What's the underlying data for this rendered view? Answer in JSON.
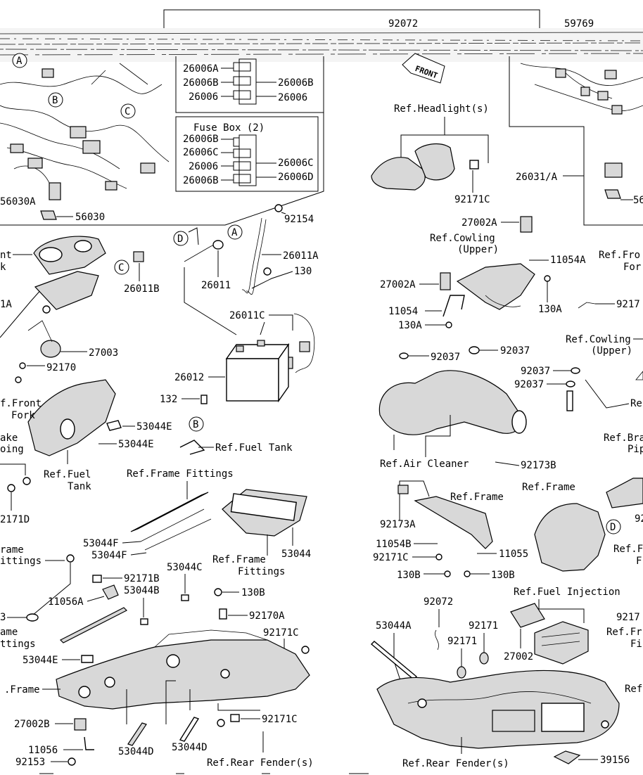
{
  "labels": {
    "p92072": "92072",
    "p59769": "59769",
    "p26006A": "26006A",
    "p26006B_l": "26006B",
    "p26006_l": "26006",
    "p26006B_r": "26006B",
    "p26006_r": "26006",
    "fuse_box2_title": "Fuse Box (2)",
    "f2_26006B": "26006B",
    "f2_26006C": "26006C",
    "f2_26006": "26006",
    "f2_26006B_b": "26006B",
    "f2_26006C_r": "26006C",
    "f2_26006D_r": "26006D",
    "p56030A": "56030A",
    "p56030": "56030",
    "ref_headlight": "Ref.Headlight(s)",
    "p92171C_top": "92171C",
    "p26031A": "26031/A",
    "p56_cut": "56",
    "circ_A": "A",
    "circ_B_top": "B",
    "circ_C_top": "C",
    "circ_D": "D",
    "circ_C_mid": "C",
    "circ_A_mid": "A",
    "circ_B_mid": "B",
    "circ_D_right": "D",
    "p92154": "92154",
    "p26011A": "26011A",
    "p130": "130",
    "p26011": "26011",
    "p26011B": "26011B",
    "p26011C": "26011C",
    "p26012": "26012",
    "p132": "132",
    "ref_fuel_tank_r": "Ref.Fuel Tank",
    "p27002A_top": "27002A",
    "ref_cowling_upper_1": "Ref.Cowling",
    "ref_cowling_upper_1b": "(Upper)",
    "p27002A_l": "27002A",
    "p11054A": "11054A",
    "p11054": "11054",
    "p130A_l": "130A",
    "p130A_r": "130A",
    "ref_front_fork_r1": "Ref.Fro",
    "ref_front_fork_r2": "For",
    "p9217_cut": "9217",
    "ref_cowling_upper_2": "Ref.Cowling",
    "ref_cowling_upper_2b": "(Upper)",
    "p92037_a": "92037",
    "p92037_b": "92037",
    "p92037_c": "92037",
    "p92037_d": "92037",
    "re_cut": "Re",
    "ref_air_cleaner": "Ref.Air Cleaner",
    "p92173B": "92173B",
    "ref_bra_1": "Ref.Bra",
    "ref_bra_2": "Pip",
    "ref_frame_r": "Ref.Frame",
    "ref_frame_r2": "Ref.Frame",
    "p92173A": "92173A",
    "p11054B": "11054B",
    "p92171C_r": "92171C",
    "p11055": "11055",
    "p130B_l": "130B",
    "p130B_r": "130B",
    "p92_cut": "92",
    "ref_f_cut1": "Ref.F",
    "ref_f_cut2": "F",
    "nt_cut": "nt",
    "k_cut": "k",
    "p1A_cut": "1A",
    "p27003": "27003",
    "p92170": "92170",
    "ref_front_fork_l1": "f.Front",
    "ref_front_fork_l2": "Fork",
    "p53044E_a": "53044E",
    "p53044E_b": "53044E",
    "ake_cut": "ake",
    "oing_cut": "oing",
    "ref_fuel_l1": "Ref.Fuel",
    "ref_fuel_l2": "Tank",
    "p2171D_cut": "2171D",
    "ref_frame_fittings_top": "Ref.Frame Fittings",
    "p53044F_a": "53044F",
    "p53044F_b": "53044F",
    "ref_frame_fittings_mid1": "Ref.Frame",
    "ref_frame_fittings_mid2": "Fittings",
    "p53044": "53044",
    "rame_cut": "rame",
    "fittings_cut": "ittings",
    "p92171B": "92171B",
    "p53044C": "53044C",
    "p11056A": "11056A",
    "p53044B": "53044B",
    "p130B_mid": "130B",
    "p92170A": "92170A",
    "p3_cut": "3",
    "ame_cut": "ame",
    "ttings_cut": "ttings",
    "p53044E_c": "53044E",
    "p92171C_mid": "92171C",
    "frame_cut": ".Frame",
    "p27002B": "27002B",
    "p92171C_low": "92171C",
    "p11056": "11056",
    "p53044D_a": "53044D",
    "p53044D_b": "53044D",
    "p92153": "92153",
    "ref_rear_fender_l": "Ref.Rear Fender(s)",
    "p92072_low": "92072",
    "p53044A": "53044A",
    "p92171_a": "92171",
    "p92171_b": "92171",
    "ref_fuel_injection": "Ref.Fuel Injection",
    "p27002": "27002",
    "p9217_cut2": "9217",
    "ref_fr_cut1": "Ref.Fr",
    "ref_fr_cut2": "Fi",
    "ref_cut": "Ref",
    "ref_rear_fender_r": "Ref.Rear Fender(s)",
    "p39156": "39156",
    "front_mark": "FRONT"
  }
}
